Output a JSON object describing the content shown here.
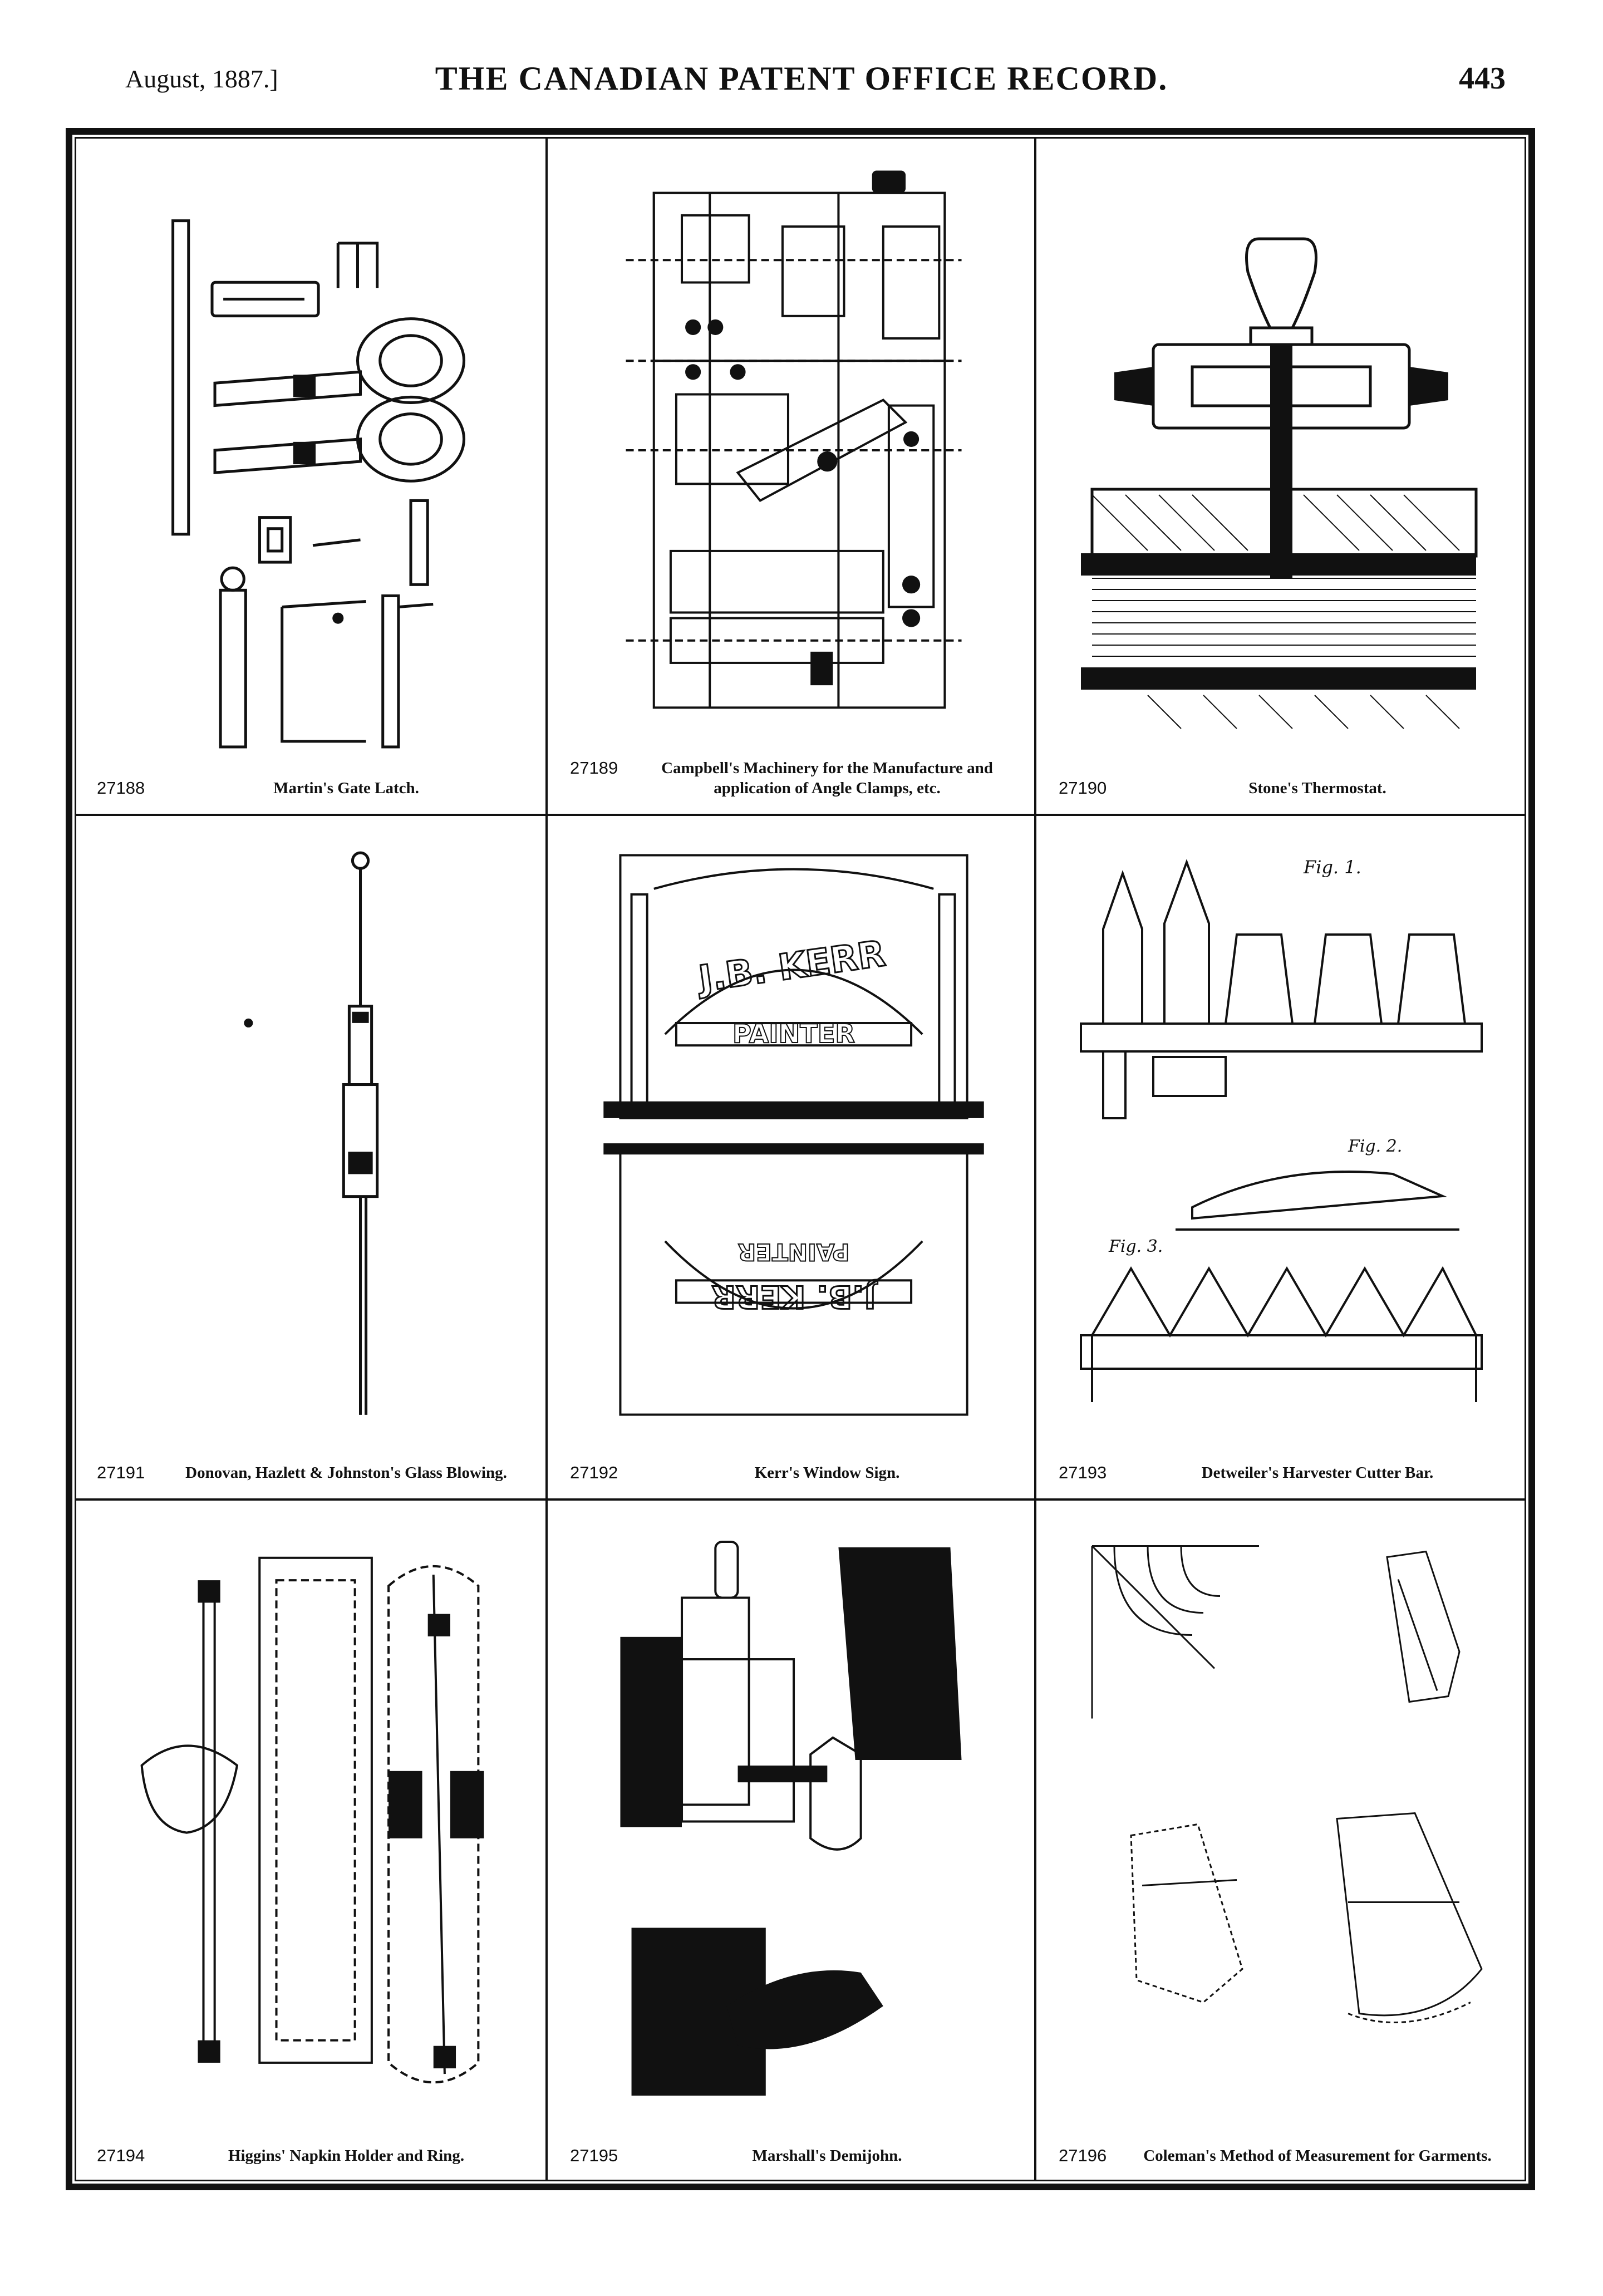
{
  "header": {
    "date": "August, 1887.]",
    "title": "THE CANADIAN PATENT OFFICE RECORD.",
    "page_number": "443"
  },
  "patents": [
    {
      "number": "27188",
      "title": "Martin's Gate Latch."
    },
    {
      "number": "27189",
      "title": "Campbell's Machinery for the Manufacture and application of Angle Clamps, etc."
    },
    {
      "number": "27190",
      "title": "Stone's Thermostat."
    },
    {
      "number": "27191",
      "title": "Donovan, Hazlett & Johnston's Glass Blowing."
    },
    {
      "number": "27192",
      "title": "Kerr's Window Sign."
    },
    {
      "number": "27193",
      "title": "Detweiler's Harvester Cutter Bar."
    },
    {
      "number": "27194",
      "title": "Higgins' Napkin Holder and Ring."
    },
    {
      "number": "27195",
      "title": "Marshall's Demijohn."
    },
    {
      "number": "27196",
      "title": "Coleman's Method of Measurement for Garments."
    }
  ],
  "drawing_text": {
    "sign_upper_line": "J.B. KERR",
    "sign_lower_line": "PAINTER",
    "fig_1": "Fig. 1.",
    "fig_2": "Fig. 2.",
    "fig_3": "Fig. 3."
  }
}
